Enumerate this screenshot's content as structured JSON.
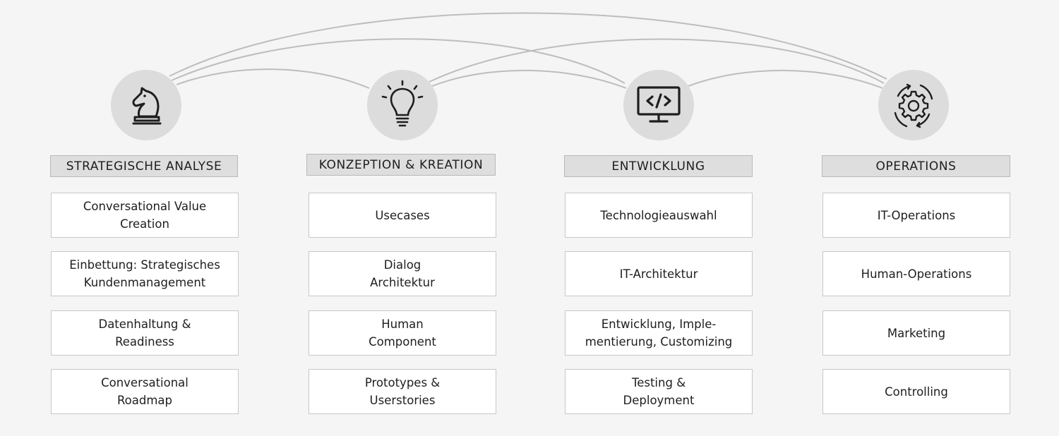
{
  "colors": {
    "background": "#f5f5f5",
    "circle": "#dcdcdc",
    "header_fill": "#dedede",
    "connector": "#bdbdbd"
  },
  "columns": [
    {
      "icon": "chess-knight-icon",
      "title": "STRATEGISCHE ANALYSE",
      "items": [
        "Conversational Value\nCreation",
        "Einbettung: Strategisches\nKundenmanagement",
        "Datenhaltung &\nReadiness",
        "Conversational\nRoadmap"
      ]
    },
    {
      "icon": "lightbulb-icon",
      "title": "KONZEPTION & KREATION",
      "items": [
        "Usecases",
        "Dialog\nArchitektur",
        "Human\nComponent",
        "Prototypes &\nUserstories"
      ]
    },
    {
      "icon": "monitor-code-icon",
      "title": "ENTWICKLUNG",
      "items": [
        "Technologieauswahl",
        "IT-Architektur",
        "Entwicklung, Imple-\nmentierung, Customizing",
        "Testing &\nDeployment"
      ]
    },
    {
      "icon": "gear-cycle-icon",
      "title": "OPERATIONS",
      "items": [
        "IT-Operations",
        "Human-Operations",
        "Marketing",
        "Controlling"
      ]
    }
  ]
}
